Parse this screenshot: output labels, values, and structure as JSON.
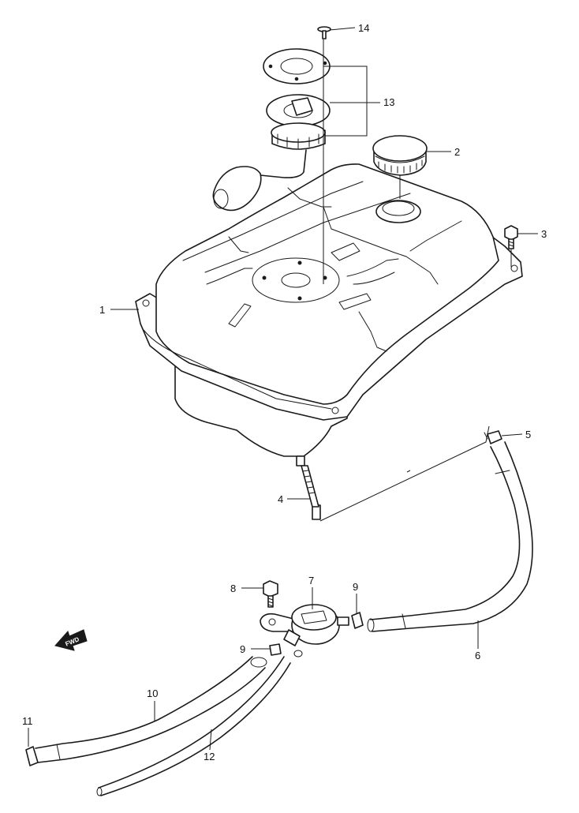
{
  "callouts": {
    "c1": "1",
    "c2": "2",
    "c3": "3",
    "c4": "4",
    "c5": "5",
    "c6": "6",
    "c7": "7",
    "c8": "8",
    "c9a": "9",
    "c9b": "9",
    "c10": "10",
    "c11": "11",
    "c12": "12",
    "c13": "13",
    "c14": "14"
  },
  "direction_arrow": {
    "label": "FWD"
  },
  "colors": {
    "line": "#1a1a1a",
    "background": "#ffffff"
  }
}
